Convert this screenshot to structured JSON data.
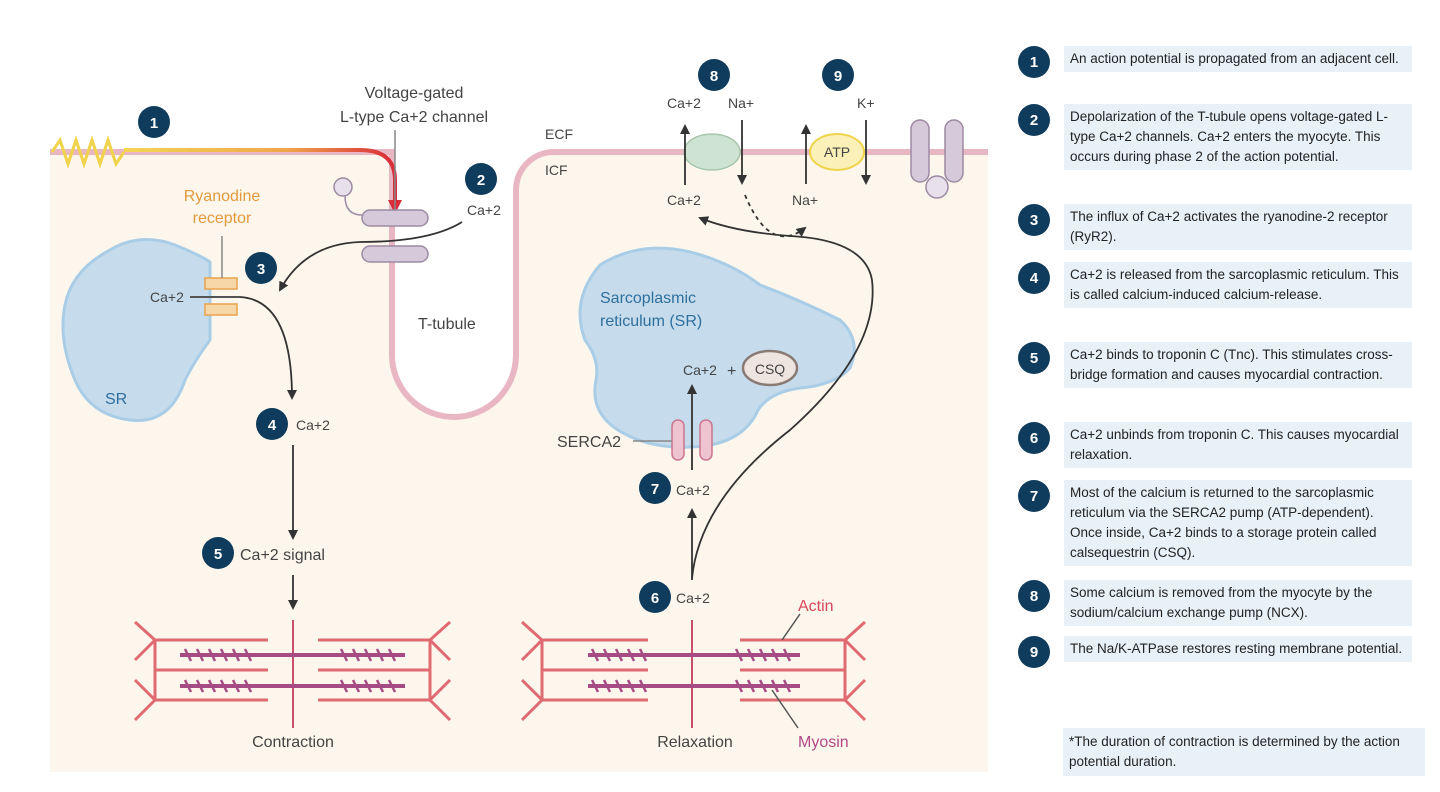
{
  "labels": {
    "voltage_gated_line1": "Voltage-gated",
    "voltage_gated_line2": "L-type Ca+2 channel",
    "ryanodine_line1": "Ryanodine",
    "ryanodine_line2": "receptor",
    "ecf": "ECF",
    "icf": "ICF",
    "ca2": "Ca+2",
    "na": "Na+",
    "k": "K+",
    "atp": "ATP",
    "sr": "SR",
    "t_tubule": "T-tubule",
    "sarcoplasmic_line1": "Sarcoplasmic",
    "sarcoplasmic_line2": "reticulum (SR)",
    "csq": "CSQ",
    "plus": "+",
    "serca2": "SERCA2",
    "ca_signal": "Ca+2 signal",
    "actin": "Actin",
    "myosin": "Myosin",
    "contraction": "Contraction",
    "relaxation": "Relaxation"
  },
  "badges": [
    "1",
    "2",
    "3",
    "4",
    "5",
    "6",
    "7",
    "8",
    "9"
  ],
  "legend": [
    {
      "num": "1",
      "text": "An action potential is propagated from an adjacent cell."
    },
    {
      "num": "2",
      "text": "Depolarization of the T-tubule opens voltage-gated L-type Ca+2 channels. Ca+2 enters the myocyte. This occurs during phase 2 of the action potential."
    },
    {
      "num": "3",
      "text": "The influx of Ca+2 activates the ryanodine-2 receptor (RyR2)."
    },
    {
      "num": "4",
      "text": "Ca+2 is released from the sarcoplasmic reticulum. This is called calcium-induced calcium-release."
    },
    {
      "num": "5",
      "text": "Ca+2 binds to troponin C (Tnc). This stimulates cross-bridge formation and causes myocardial contraction."
    },
    {
      "num": "6",
      "text": "Ca+2 unbinds from troponin C. This causes myocardial relaxation."
    },
    {
      "num": "7",
      "text": "Most of the calcium is returned to the sarcoplasmic reticulum via the SERCA2 pump (ATP-dependent). Once inside, Ca+2 binds to a storage protein called calsequestrin (CSQ)."
    },
    {
      "num": "8",
      "text": "Some calcium is removed from the myocyte by the sodium/calcium exchange pump (NCX)."
    },
    {
      "num": "9",
      "text": "The Na/K-ATPase restores resting membrane potential."
    }
  ],
  "note": "*The duration of contraction is determined by the action potential duration.",
  "colors": {
    "badge": "#0f3c5c",
    "cell_bg": "#fdf6ec",
    "membrane": "#e9b7c4",
    "sr_fill": "#c6dcec",
    "sr_stroke": "#a9cde6",
    "actin": "#e06a72",
    "myosin": "#a64b84",
    "action_potential": "#f0d34a",
    "legend_bg": "#e8f1f8"
  }
}
